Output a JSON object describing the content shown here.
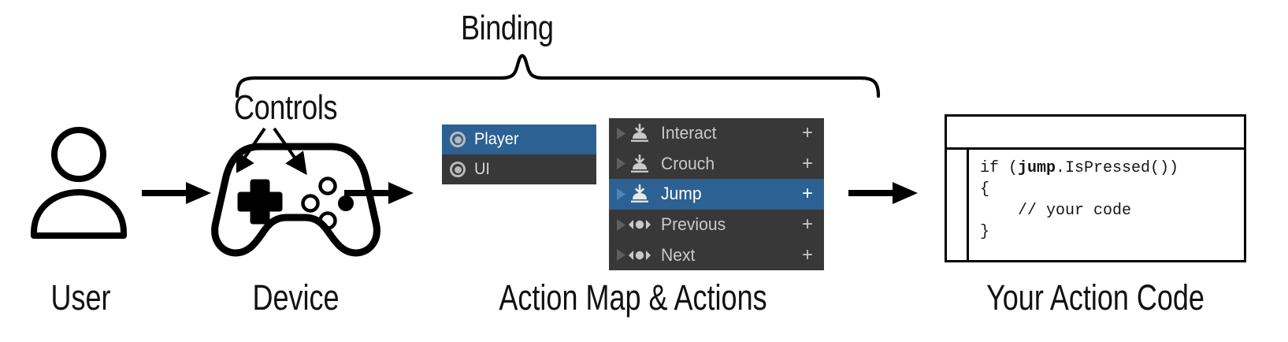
{
  "diagram": {
    "title_label": "Binding",
    "controls_label": "Controls",
    "captions": [
      {
        "id": "user",
        "text": "User"
      },
      {
        "id": "device",
        "text": "Device"
      },
      {
        "id": "action-map",
        "text": "Action Map & Actions"
      },
      {
        "id": "action-code",
        "text": "Your Action Code"
      }
    ]
  },
  "colors": {
    "selection_blue": "#2c6193",
    "panel_dark": "#383838",
    "text_light": "#c9c9c9",
    "stroke_black": "#000000",
    "background": "#ffffff"
  },
  "action_map_panel": {
    "rows": [
      {
        "label": "Player",
        "icon": "record-icon",
        "selected": true
      },
      {
        "label": "UI",
        "icon": "record-icon",
        "selected": false
      }
    ]
  },
  "actions_panel": {
    "plus_label": "+",
    "rows": [
      {
        "label": "Interact",
        "icon": "button-action-icon",
        "selected": false,
        "plus": "+"
      },
      {
        "label": "Crouch",
        "icon": "button-action-icon",
        "selected": false,
        "plus": "+"
      },
      {
        "label": "Jump",
        "icon": "button-action-icon",
        "selected": true,
        "plus": "+"
      },
      {
        "label": "Previous",
        "icon": "value-action-icon",
        "selected": false,
        "plus": "+"
      },
      {
        "label": "Next",
        "icon": "value-action-icon",
        "selected": false,
        "plus": "+"
      }
    ]
  },
  "code_window": {
    "title": "",
    "lines": [
      {
        "pre": "if (",
        "bold": "jump",
        "post": ".IsPressed())"
      },
      {
        "pre": "{",
        "bold": "",
        "post": ""
      },
      {
        "pre": "    // your code",
        "bold": "",
        "post": ""
      },
      {
        "pre": "}",
        "bold": "",
        "post": ""
      }
    ],
    "line1_pre": "if (",
    "line1_bold": "jump",
    "line1_post": ".IsPressed())",
    "line2": "{",
    "line3": "    // your code",
    "line4": "}"
  },
  "icons": {
    "user": "user-icon",
    "device": "gamepad-icon",
    "arrow": "arrow-right-icon",
    "brace": "curly-brace-icon",
    "controls_pointer": "arrow-pointer-icon"
  }
}
